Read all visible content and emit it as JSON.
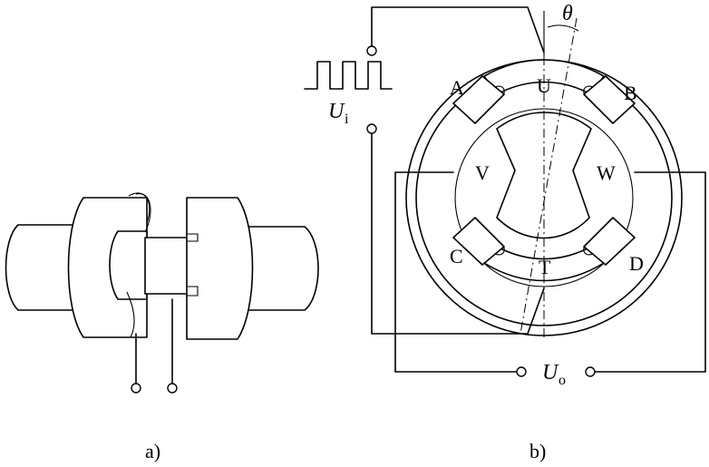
{
  "figure_a": {
    "caption": "a)"
  },
  "figure_b": {
    "caption": "b)",
    "angle_symbol": "θ",
    "input_voltage": {
      "symbol": "U",
      "subscript": "i"
    },
    "output_voltage": {
      "symbol": "U",
      "subscript": "o"
    },
    "stator_pole_labels": {
      "top": "U",
      "left": "V",
      "right": "W",
      "bottom": "T"
    },
    "rotor_slot_labels": {
      "top_left": "A",
      "top_right": "B",
      "bottom_left": "C",
      "bottom_right": "D"
    }
  }
}
